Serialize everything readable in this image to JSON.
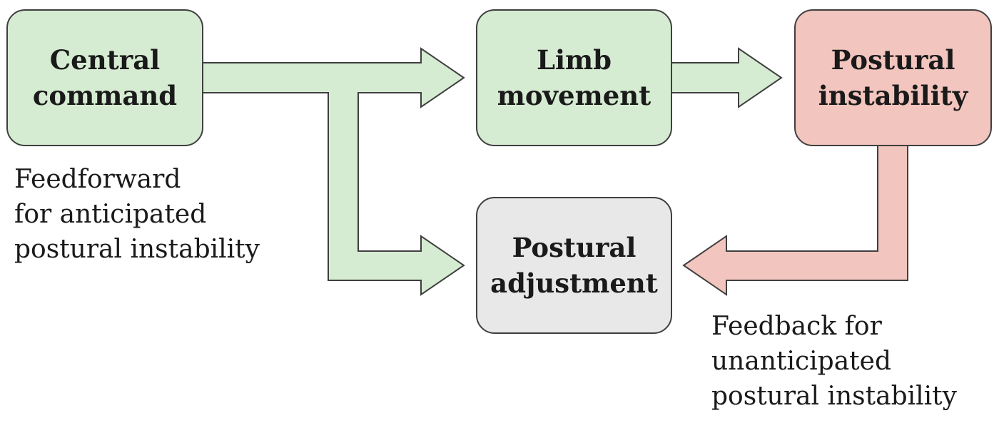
{
  "colors": {
    "feedforward_fill": "#d6ecd2",
    "feedback_fill": "#f2c5be",
    "neutral_fill": "#e8e8e8",
    "outline": "#3f3f3f"
  },
  "boxes": {
    "central_command": {
      "lines": [
        "Central",
        "command"
      ]
    },
    "limb_movement": {
      "lines": [
        "Limb",
        "movement"
      ]
    },
    "postural_instability": {
      "lines": [
        "Postural",
        "instability"
      ]
    },
    "postural_adjustment": {
      "lines": [
        "Postural",
        "adjustment"
      ]
    }
  },
  "labels": {
    "feedforward": [
      "Feedforward",
      "for anticipated",
      "postural instability"
    ],
    "feedback": [
      "Feedback for",
      "unanticipated",
      "postural instability"
    ]
  }
}
